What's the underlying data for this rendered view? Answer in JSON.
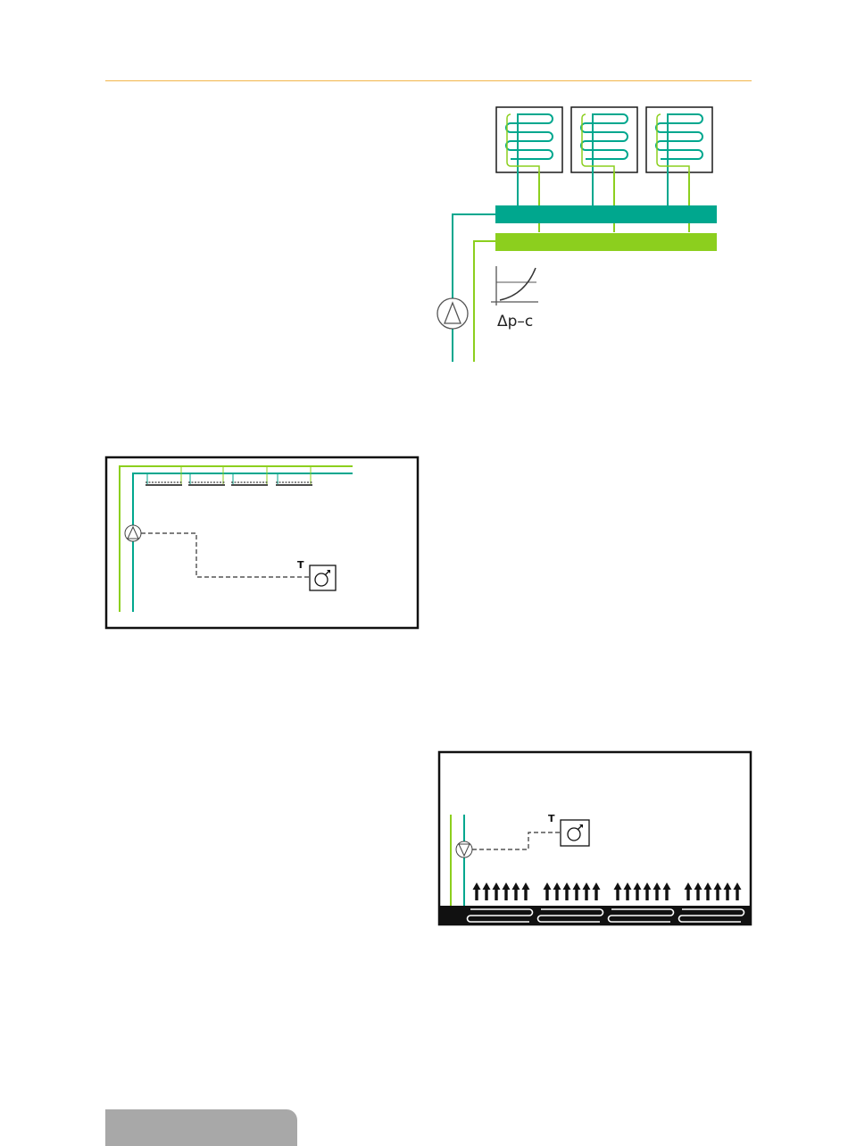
{
  "colors": {
    "rule": "#f2b54a",
    "teal": "#00a78e",
    "green": "#8ccf1e",
    "tab": "#a8a8a8",
    "ink": "#1a1a1a",
    "dash": "#333333"
  },
  "diagram1": {
    "curve_label": "Δp–c"
  },
  "diagram2": {
    "thermostat_label": "T"
  },
  "diagram3": {
    "thermostat_label": "T"
  }
}
